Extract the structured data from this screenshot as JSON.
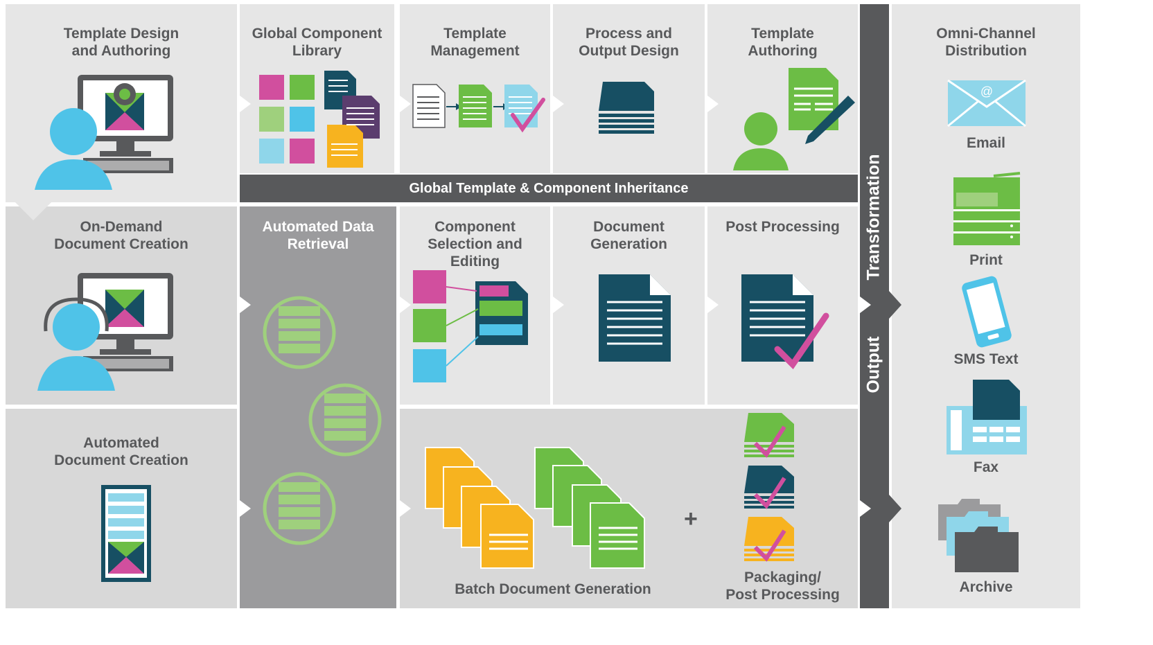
{
  "palette": {
    "dark_gray": "#58595b",
    "light_panel": "#e6e6e6",
    "mid_panel": "#d8d8d8",
    "dark_panel": "#9b9b9d",
    "teal": "#174f63",
    "pink": "#d14f9e",
    "green": "#6cbd45",
    "light_green": "#9fd07d",
    "cyan": "#4fc3e8",
    "light_cyan": "#8fd6ea",
    "purple": "#5b3d6e",
    "orange": "#f7b31f"
  },
  "top_row": {
    "template_design": "Template Design\nand Authoring",
    "global_component_library": "Global Component\nLibrary",
    "template_management": "Template\nManagement",
    "process_output_design": "Process and\nOutput Design",
    "template_authoring": "Template\nAuthoring"
  },
  "inheritance_bar": "Global Template & Component Inheritance",
  "middle_row": {
    "on_demand": "On-Demand\nDocument Creation",
    "automated_data_retrieval": "Automated Data\nRetrieval",
    "component_selection": "Component\nSelection and\nEditing",
    "document_generation": "Document\nGeneration",
    "post_processing": "Post Processing"
  },
  "bottom_row": {
    "automated_creation": "Automated\nDocument Creation",
    "batch_generation": "Batch Document Generation",
    "plus": "+",
    "packaging": "Packaging/\nPost Processing"
  },
  "vertical_bar": {
    "top": "Transformation",
    "bottom": "Output"
  },
  "omni_channel": {
    "title": "Omni-Channel\nDistribution",
    "channels": [
      {
        "label": "Email",
        "icon": "envelope-icon"
      },
      {
        "label": "Print",
        "icon": "printer-icon"
      },
      {
        "label": "SMS Text",
        "icon": "phone-icon"
      },
      {
        "label": "Fax",
        "icon": "fax-icon"
      },
      {
        "label": "Archive",
        "icon": "folders-icon"
      }
    ]
  }
}
